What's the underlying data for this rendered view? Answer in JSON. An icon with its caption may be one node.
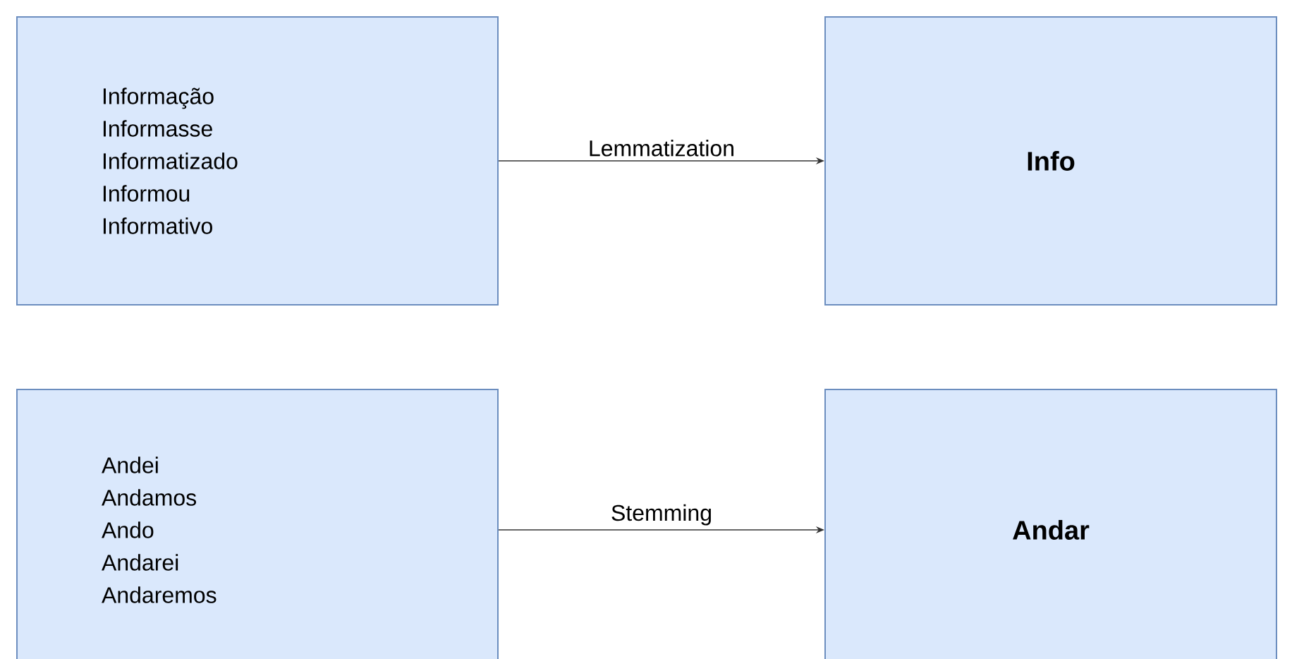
{
  "diagram": {
    "nodes": [
      {
        "text": [
          "Informação",
          "Informasse",
          "Informatizado",
          "Informou",
          "Informativo"
        ]
      },
      {
        "text": [
          "Info"
        ]
      },
      {
        "text": [
          "Andei",
          "Andamos",
          "Ando",
          "Andarei",
          "Andaremos"
        ]
      },
      {
        "text": [
          "Andar"
        ]
      }
    ],
    "edges": [
      {
        "from": 0,
        "to": 1,
        "arrow": "to",
        "label": "Lemmatization"
      },
      {
        "from": 2,
        "to": 3,
        "arrow": "to",
        "label": "Stemming"
      }
    ]
  }
}
